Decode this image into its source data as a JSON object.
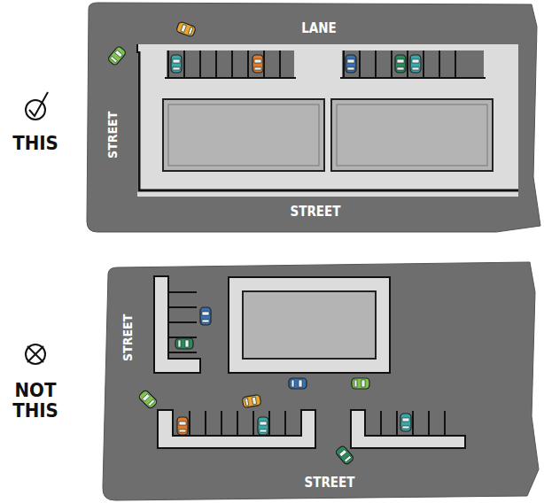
{
  "diagram": {
    "labels": [
      "LANE",
      "STREET",
      "STREET",
      "THIS",
      "NOT THIS",
      "STREET",
      "STREET"
    ]
  }
}
